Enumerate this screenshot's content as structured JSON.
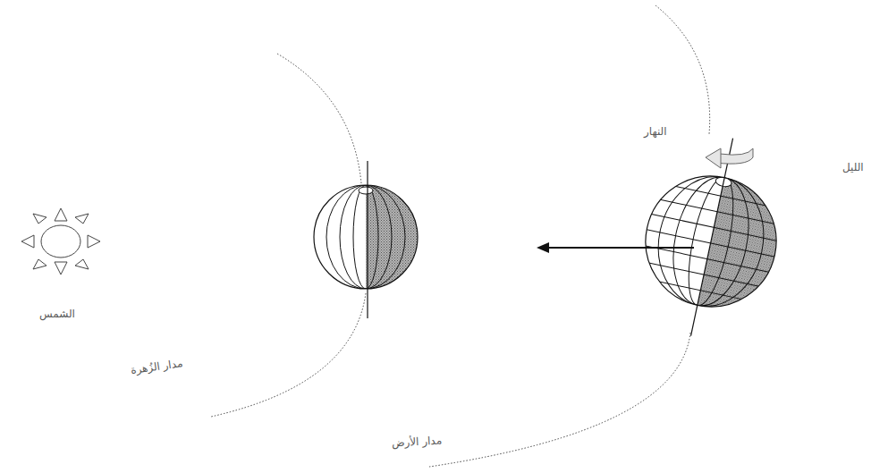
{
  "diagram": {
    "labels": [
      "النهار",
      "الليل",
      "الشمس",
      "مدار الزُهرة",
      "مدار الأرض"
    ]
  }
}
